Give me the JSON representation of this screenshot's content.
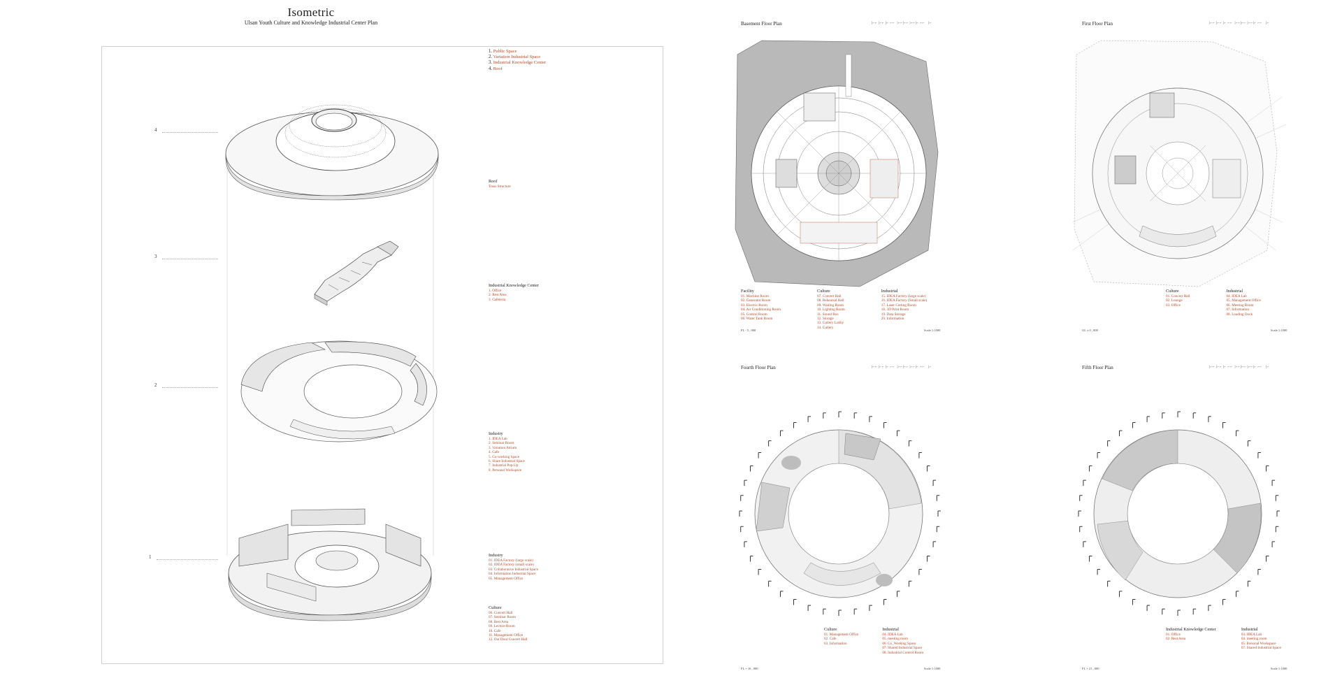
{
  "header": {
    "title": "Isometric",
    "subtitle": "Ulsan Youth Culture and Knowledge Industrial Center Plan"
  },
  "legend": [
    {
      "num": "1.",
      "label": "Public Space"
    },
    {
      "num": "2.",
      "label": "Variation Industrial Space"
    },
    {
      "num": "3.",
      "label": "Industrial Knowledge Center"
    },
    {
      "num": "4.",
      "label": "Roof"
    }
  ],
  "levels": [
    "4",
    "3",
    "2",
    "1"
  ],
  "iso_groups": {
    "roof": {
      "title": "Roof",
      "sub": "Truss Structure"
    },
    "ikc": {
      "title": "Industrial Knowledge Center",
      "items": [
        "1. Office",
        "2. Rest Area",
        "3. Cafeteria"
      ]
    },
    "industry2": {
      "title": "Industry",
      "items": [
        "1. IDEA Lab",
        "2. Seminar Room",
        "3. Variation Atrium",
        "4. Cafe",
        "5. Co-working Space",
        "6. Share Industrial Space",
        "7. Industrial Pop-Up",
        "8. Personal Workspace"
      ]
    },
    "industry1": {
      "title": "Industry",
      "items": [
        "01. IDEA Factory (large scale)",
        "02. IDEA Factory (small scale)",
        "03. Collaborative Industrial Space",
        "04. Information Industrial Space",
        "05. Management Office"
      ]
    },
    "culture1": {
      "title": "Culture",
      "items": [
        "06. Concert Hall",
        "07. Seminar Room",
        "08. Rest Area",
        "09. Lecture Room",
        "10. Cafe",
        "11. Management Office",
        "12. Out Door Concert Hall"
      ]
    }
  },
  "scale_text": "Scale 1:1000",
  "plans": {
    "basement": {
      "title": "Basement Floor Plan",
      "elev": "FL - 5 , 000",
      "columns": [
        {
          "title": "Facility",
          "items": [
            "01. Machine Room",
            "02. Generator Room",
            "03. Electric Room",
            "04. Air Conditioning Room",
            "05. Control Room",
            "06. Water Tank Room"
          ]
        },
        {
          "title": "Culture",
          "items": [
            "07. Concert Hall",
            "08. Rehearsal Hall",
            "09. Waiting Room",
            "10. Lighting Room",
            "11. Sound Box",
            "12. Storage",
            "13. Gallery Lobby",
            "14. Gallery"
          ]
        },
        {
          "title": "Industrial",
          "items": [
            "15. IDEA Factory (large scale)",
            "16. IDEA Factory (Small scale)",
            "17. Laser Cutting Room",
            "18. 3D Print Room",
            "19. Data Storage",
            "20. Information"
          ]
        }
      ]
    },
    "first": {
      "title": "First Floor Plan",
      "elev": "GL ± 0 , 000",
      "columns": [
        {
          "title": "Culture",
          "items": [
            "01. Concert Hall",
            "02. Lounge",
            "03. Office"
          ]
        },
        {
          "title": "Industrial",
          "items": [
            "04. IDEA Lab",
            "05. Management Office",
            "06. Meeting Room",
            "07. Information",
            "08. Loading Dock"
          ]
        }
      ]
    },
    "fourth": {
      "title": "Fourth Floor Plan",
      "elev": "FL + 16 , 000",
      "columns": [
        {
          "title": "Culture",
          "items": [
            "01. Management Office",
            "02. Cafe",
            "03. Information"
          ]
        },
        {
          "title": "Industrial",
          "items": [
            "04. IDEA Lab",
            "05. meeting room",
            "06. Co_Working Space",
            "07. Shared Industrial Space",
            "08. Industrial Control Room"
          ]
        }
      ]
    },
    "fifth": {
      "title": "Fifth Floor Plan",
      "elev": "FL + 21 , 000",
      "columns": [
        {
          "title": "Industrial Knowledge Center",
          "items": [
            "01. Office",
            "02. Rest Area"
          ]
        },
        {
          "title": "Industrial",
          "items": [
            "03. IDEA Lab",
            "04. meeting room",
            "05. Personal Workspace",
            "07. Shared Industrial Space"
          ]
        }
      ]
    }
  },
  "colors": {
    "accent": "#b04a2a",
    "ink": "#222222",
    "gray": "#bdbdbd"
  }
}
